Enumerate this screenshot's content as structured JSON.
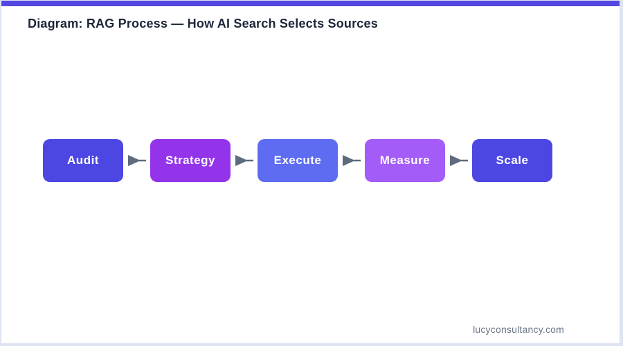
{
  "header": {
    "title": "Diagram: RAG Process — How AI Search Selects Sources"
  },
  "flow": {
    "steps": [
      {
        "label": "Audit",
        "color": "#4c47e2"
      },
      {
        "label": "Strategy",
        "color": "#9333ea"
      },
      {
        "label": "Execute",
        "color": "#5e6cf2"
      },
      {
        "label": "Measure",
        "color": "#a35cf7"
      },
      {
        "label": "Scale",
        "color": "#4c47e2"
      }
    ],
    "connector_icon": "right-arrow"
  },
  "footer": {
    "website": "lucyconsultancy.com"
  },
  "colors": {
    "topbar": "#5546e4",
    "page_border": "#dee4f0",
    "title_text": "#1d2638",
    "step_text": "#ffffff",
    "arrow": "#5d6b7d",
    "footer_text": "#6b7687"
  }
}
